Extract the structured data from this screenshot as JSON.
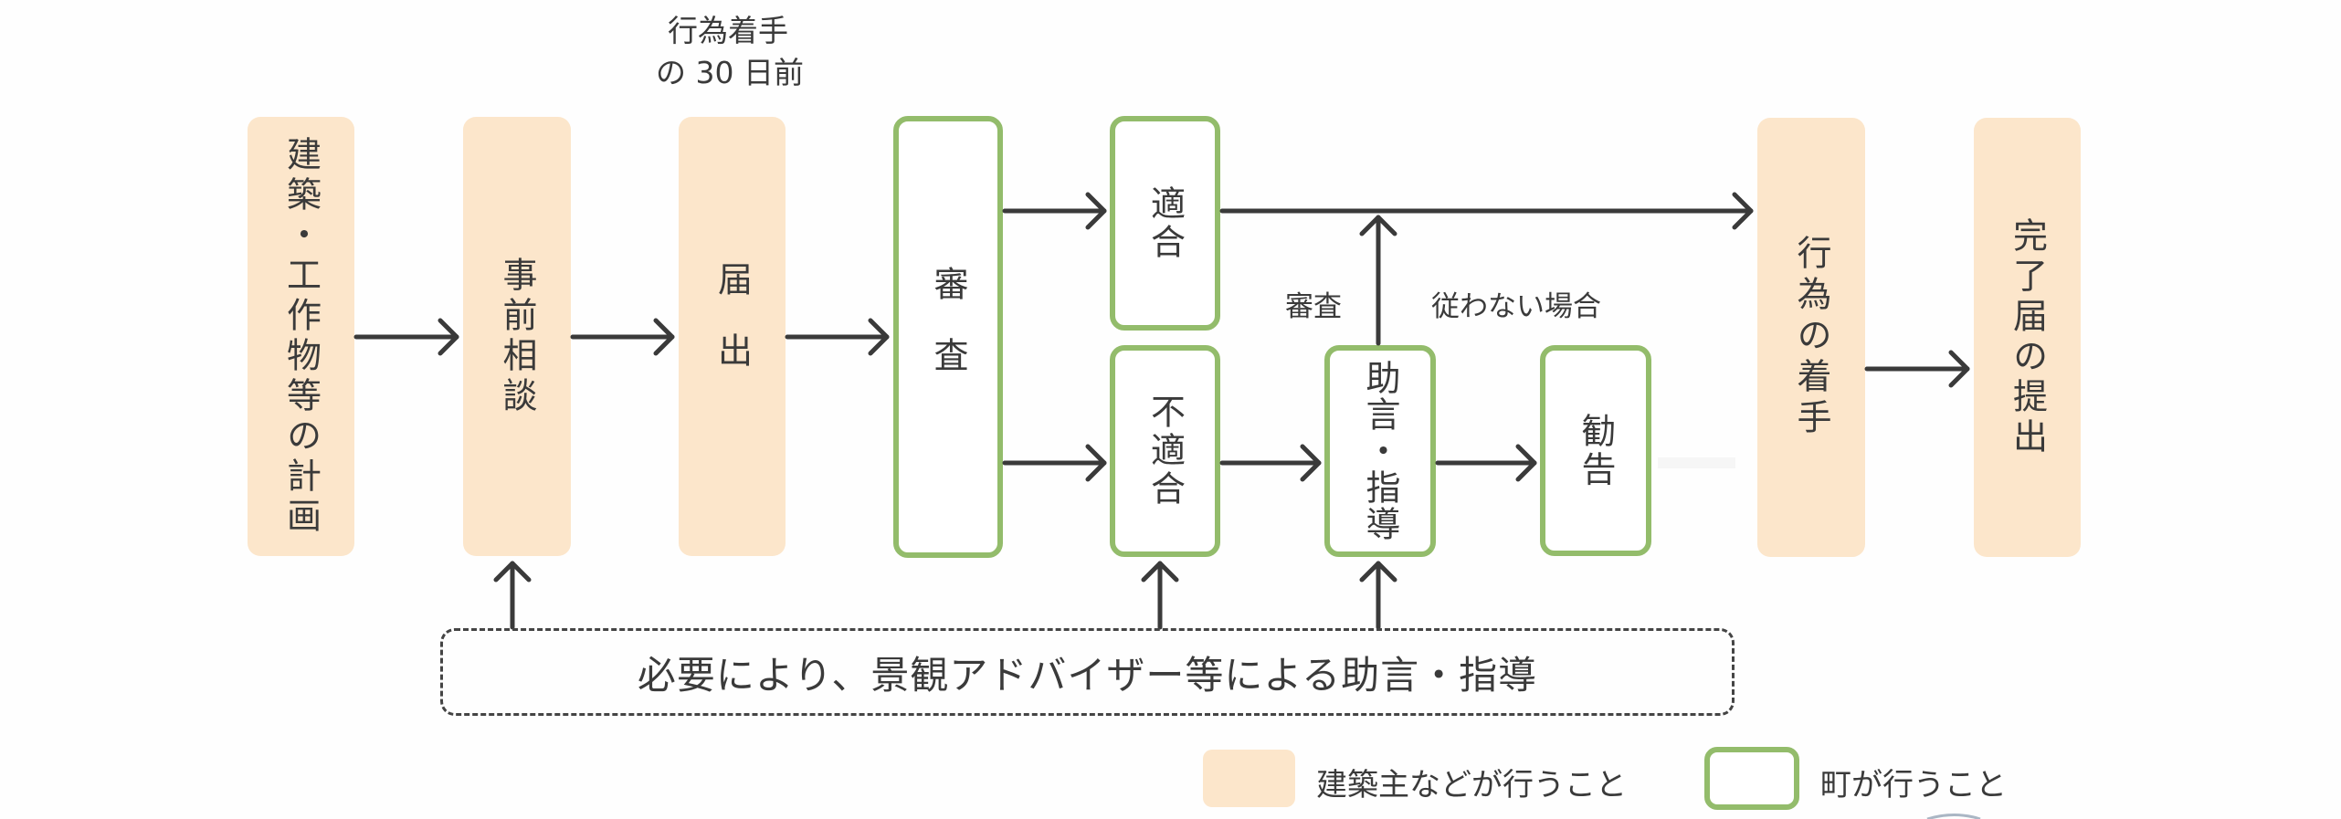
{
  "diagram": {
    "top_note": {
      "line1": "行為着手",
      "line2": "の 30 日前"
    },
    "nodes": {
      "plan": "建築・工作物等の計画",
      "prior_consultation": "事前相談",
      "notification": "届出",
      "review": "審査",
      "compliant": "適合",
      "non_compliant": "不適合",
      "advice_guidance": "助言・指導",
      "recommendation": "勧告",
      "start_of_work": "行為の着手",
      "completion_report": "完了届の提出"
    },
    "edge_labels": {
      "review": "審査",
      "if_not_followed": "従わない場合"
    },
    "advisor_note": "必要により、景観アドバイザー等による助言・指導",
    "legend": [
      {
        "label": "建築主などが行うこと",
        "style": "filled",
        "color": "#fce6cb"
      },
      {
        "label": "町が行うこと",
        "style": "outlined",
        "color": "#93bc6b"
      }
    ]
  }
}
